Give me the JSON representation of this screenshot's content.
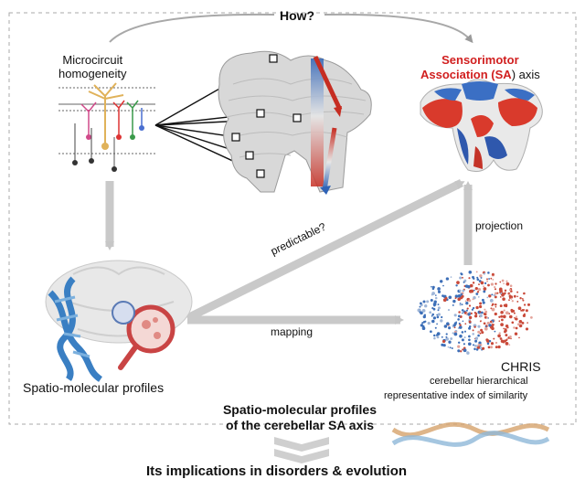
{
  "question": "How?",
  "microcircuit": {
    "line1": "Microcircuit",
    "line2": "homogeneity"
  },
  "sa_axis": {
    "line1": "Sensorimotor",
    "line2_prefix": "Association (",
    "line2_sa": "SA",
    "line2_suffix": ") axis",
    "accent": "#d11f1f"
  },
  "edges": {
    "predictable": "predictable?",
    "mapping": "mapping",
    "projection": "projection"
  },
  "spatio_label": "Spatio-molecular profiles",
  "chris": {
    "title": "CHRIS",
    "line1": "cerebellar hierarchical",
    "line2": "representative index of similarity"
  },
  "conclusion": {
    "line1": "Spatio-molecular profiles",
    "line2": "of the cerebellar SA axis"
  },
  "implications": "Its implications in disorders & evolution",
  "colors": {
    "arrow": "#c9c9c9",
    "red": "#d23a2a",
    "blue": "#2f63b6",
    "dna_blue": "#3a7fc3"
  }
}
